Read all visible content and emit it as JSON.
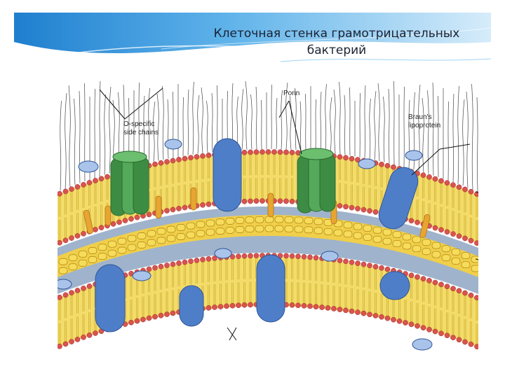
{
  "slide": {
    "title_line1": "Клеточная стенка грамотрицательных",
    "title_line2": "бактерий",
    "colors": {
      "header_blue": "#2b8fd6",
      "header_light": "#cfe9fb",
      "head_group": "#d9534f",
      "tail": "#f2d54a",
      "protein_blue": "#4f7ec9",
      "porin_green": "#4c9a4f",
      "peptidoglycan": "#e8c43a",
      "periplasm": "#8fa6c2"
    }
  },
  "figure": {
    "labels": {
      "o_specific_line1": "O-specific",
      "o_specific_line2": "side chains",
      "porin": "Porin",
      "brauns_line1": "Braun's",
      "brauns_line2": "lipoprotein"
    }
  }
}
